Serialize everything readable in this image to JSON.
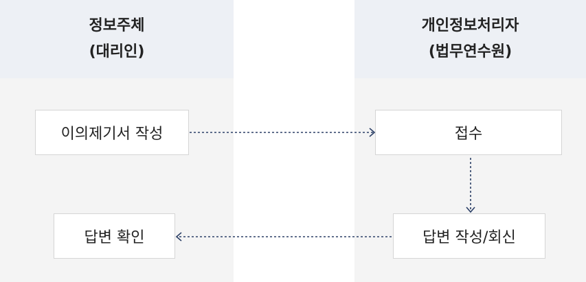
{
  "left_column": {
    "title": "정보주체",
    "subtitle": "(대리인)"
  },
  "right_column": {
    "title": "개인정보처리자",
    "subtitle": "(법무연수원)"
  },
  "steps": {
    "objection": "이의제기서 작성",
    "receive": "접수",
    "reply_write": "답변 작성/회신",
    "reply_confirm": "답변 확인"
  },
  "colors": {
    "header_bg": "#edf0f5",
    "body_bg": "#f4f4f4",
    "arrow": "#2b3f66"
  }
}
